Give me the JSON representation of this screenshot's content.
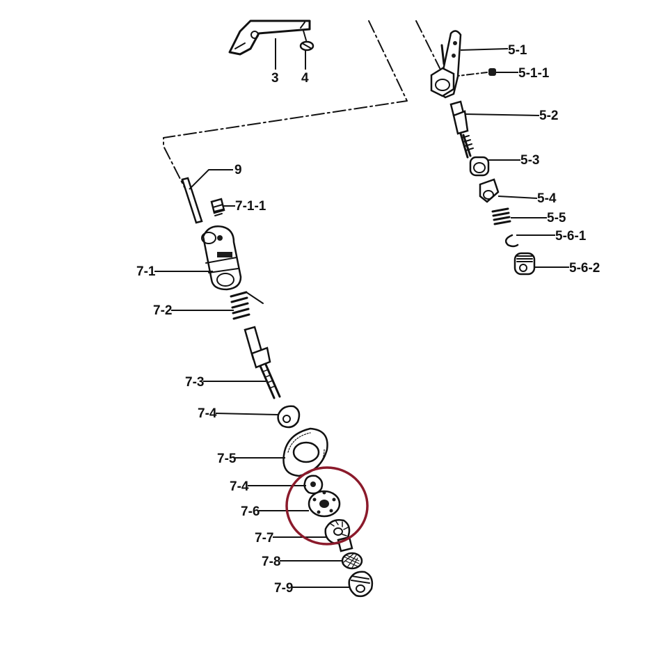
{
  "diagram": {
    "labels": {
      "p3": "3",
      "p4": "4",
      "p5_1": "5-1",
      "p5_1_1": "5-1-1",
      "p5_2": "5-2",
      "p5_3": "5-3",
      "p5_4": "5-4",
      "p5_5": "5-5",
      "p5_6_1": "5-6-1",
      "p5_6_2": "5-6-2",
      "p9": "9",
      "p7_1_1": "7-1-1",
      "p7_1": "7-1",
      "p7_2": "7-2",
      "p7_3": "7-3",
      "p7_4a": "7-4",
      "p7_5": "7-5",
      "p7_4b": "7-4",
      "p7_6": "7-6",
      "p7_7": "7-7",
      "p7_8": "7-8",
      "p7_9": "7-9"
    },
    "highlight_color": "#8b1a2b",
    "ink_color": "#111111"
  }
}
